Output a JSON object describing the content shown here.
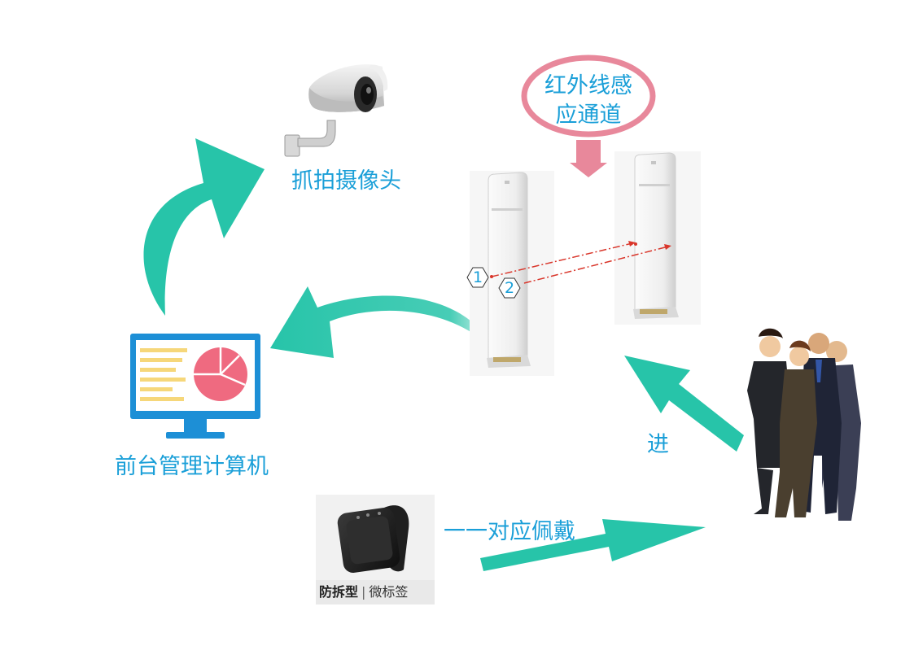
{
  "labels": {
    "camera": "抓拍摄像头",
    "computer": "前台管理计算机",
    "channel_line1": "红外线感",
    "channel_line2": "应通道",
    "enter": "进",
    "wear": "一一对应佩戴"
  },
  "sensor_numbers": [
    "1",
    "2"
  ],
  "tag_label": {
    "type": "防拆型",
    "separator": "|",
    "name": "微标签"
  },
  "colors": {
    "arrow": "#27c4a9",
    "text": "#1a9fd8",
    "bubble": "#e8889b",
    "pie": "#ef6a80",
    "monitor": "#1d8fd6",
    "bar": "#f6d77a",
    "laser": "#d9362b"
  },
  "icons": [
    "camera-icon",
    "computer-monitor-icon",
    "infrared-gate-icon",
    "people-group-icon",
    "wristband-tag-icon"
  ]
}
